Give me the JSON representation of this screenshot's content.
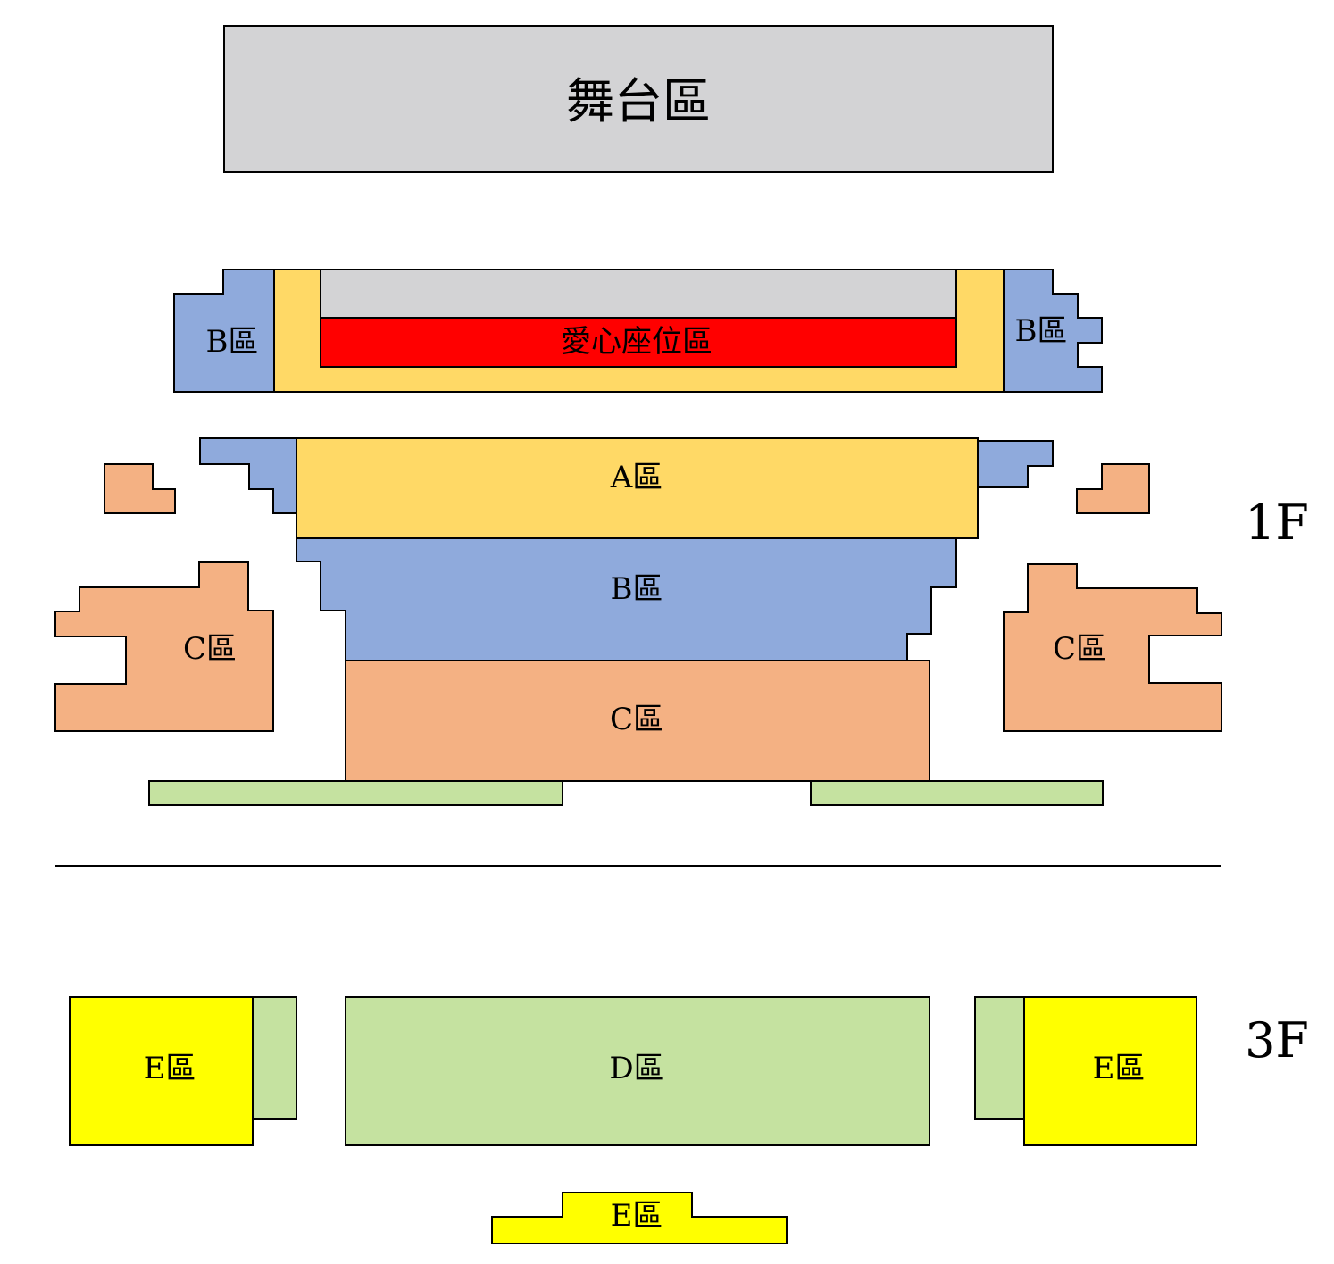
{
  "colors": {
    "stage": "#d3d3d5",
    "yellow_zone": "#ffd966",
    "blue_zone": "#8faadc",
    "orange_zone": "#f4b183",
    "green_zone": "#c5e2a0",
    "bright_yellow_zone": "#ffff00",
    "red_zone": "#ff0000",
    "gray_strip": "#d3d3d5"
  },
  "labels": {
    "stage": "舞台區",
    "accessible": "愛心座位區",
    "zone_a": "A區",
    "zone_b": "B區",
    "zone_c": "C區",
    "zone_d": "D區",
    "zone_e": "E區"
  },
  "floors": {
    "first": "1F",
    "third": "3F"
  }
}
